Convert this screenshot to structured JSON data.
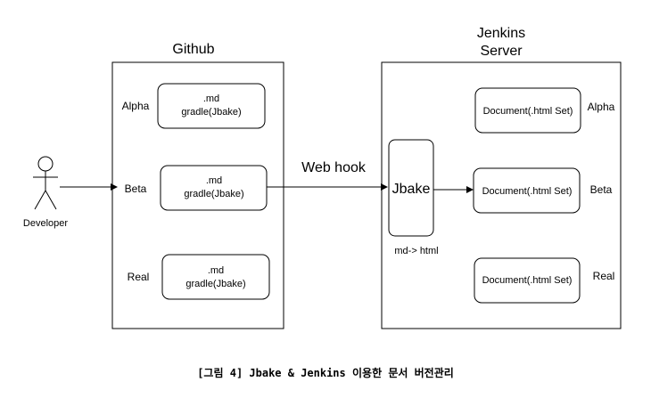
{
  "github": {
    "title": "Github",
    "rows": [
      {
        "label": "Alpha",
        "line1": ".md",
        "line2": "gradle(Jbake)"
      },
      {
        "label": "Beta",
        "line1": ".md",
        "line2": "gradle(Jbake)"
      },
      {
        "label": "Real",
        "line1": ".md",
        "line2": "gradle(Jbake)"
      }
    ]
  },
  "developer": {
    "label": "Developer"
  },
  "webhook": {
    "label": "Web hook"
  },
  "jenkins": {
    "title_line1": "Jenkins",
    "title_line2": "Server",
    "jbake_label": "Jbake",
    "jbake_caption": "md-> html",
    "rows": [
      {
        "label": "Alpha",
        "document": "Document(.html Set)"
      },
      {
        "label": "Beta",
        "document": "Document(.html Set)"
      },
      {
        "label": "Real",
        "document": "Document(.html Set)"
      }
    ]
  },
  "caption": "[그림 4] Jbake & Jenkins 이용한 문서 버전관리"
}
